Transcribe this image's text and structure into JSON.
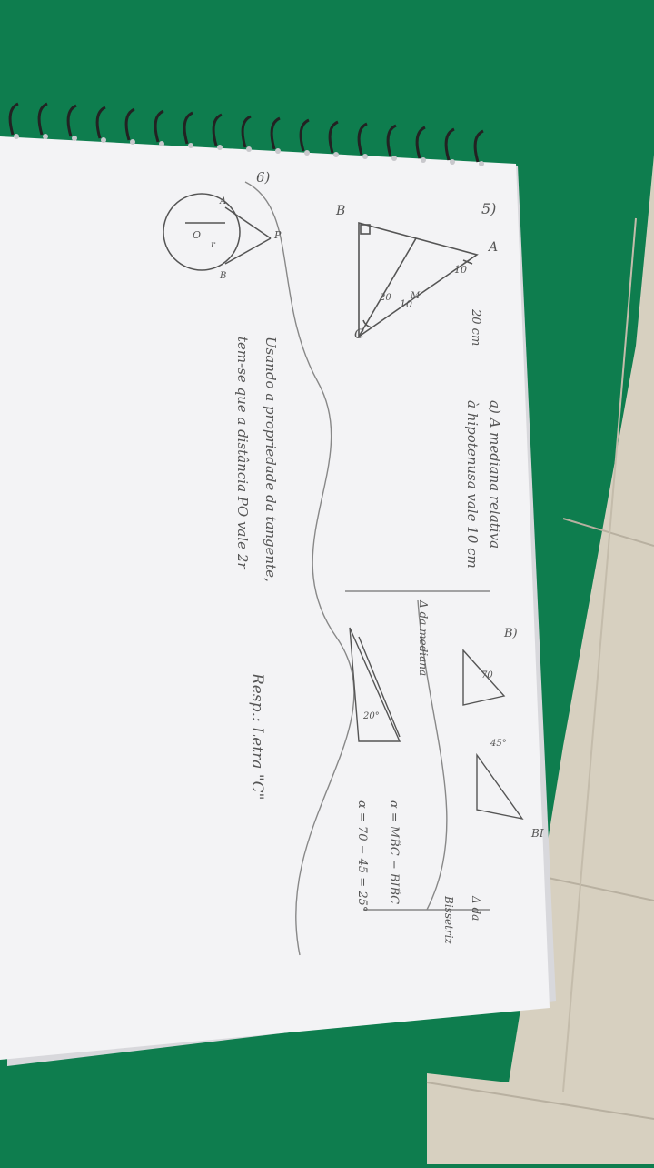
{
  "colors": {
    "table_green": "#0e7d4e",
    "paper": "#f4f4f6",
    "pencil": "#555555",
    "floor_tile": "#d9d3c4"
  },
  "notes": {
    "q5_label": "5)",
    "q6_label": "6)",
    "vertex_A": "A",
    "vertex_B": "B",
    "vertex_C": "C",
    "vertex_M": "M",
    "label_10a": "10",
    "label_10b": "10",
    "label_20cm": "20 cm",
    "angle_20": "20",
    "angle_70": "70",
    "part_a": "a) A mediana relativa",
    "part_a2": "à hipotenusa vale 10 cm",
    "part_b": "B)",
    "median_note": "Δ da mediana",
    "bi_label": "BI",
    "bis_note": "Δ da",
    "bis_note2": "Bissetriz",
    "alpha_eq1": "α = MB̂C − BIB̂C",
    "alpha_eq2": "α = 70 − 45 = 25°",
    "angle_45": "45°",
    "angle_20c": "20°",
    "q6_line1": "Usando a propriedade da tangente,",
    "q6_line2": "tem-se que a distância PO vale 2r",
    "answer": "Resp.: Letra \"C\"",
    "circle_P": "P",
    "circle_O": "O",
    "circle_r": "r",
    "circle_A": "A",
    "circle_B": "B"
  }
}
